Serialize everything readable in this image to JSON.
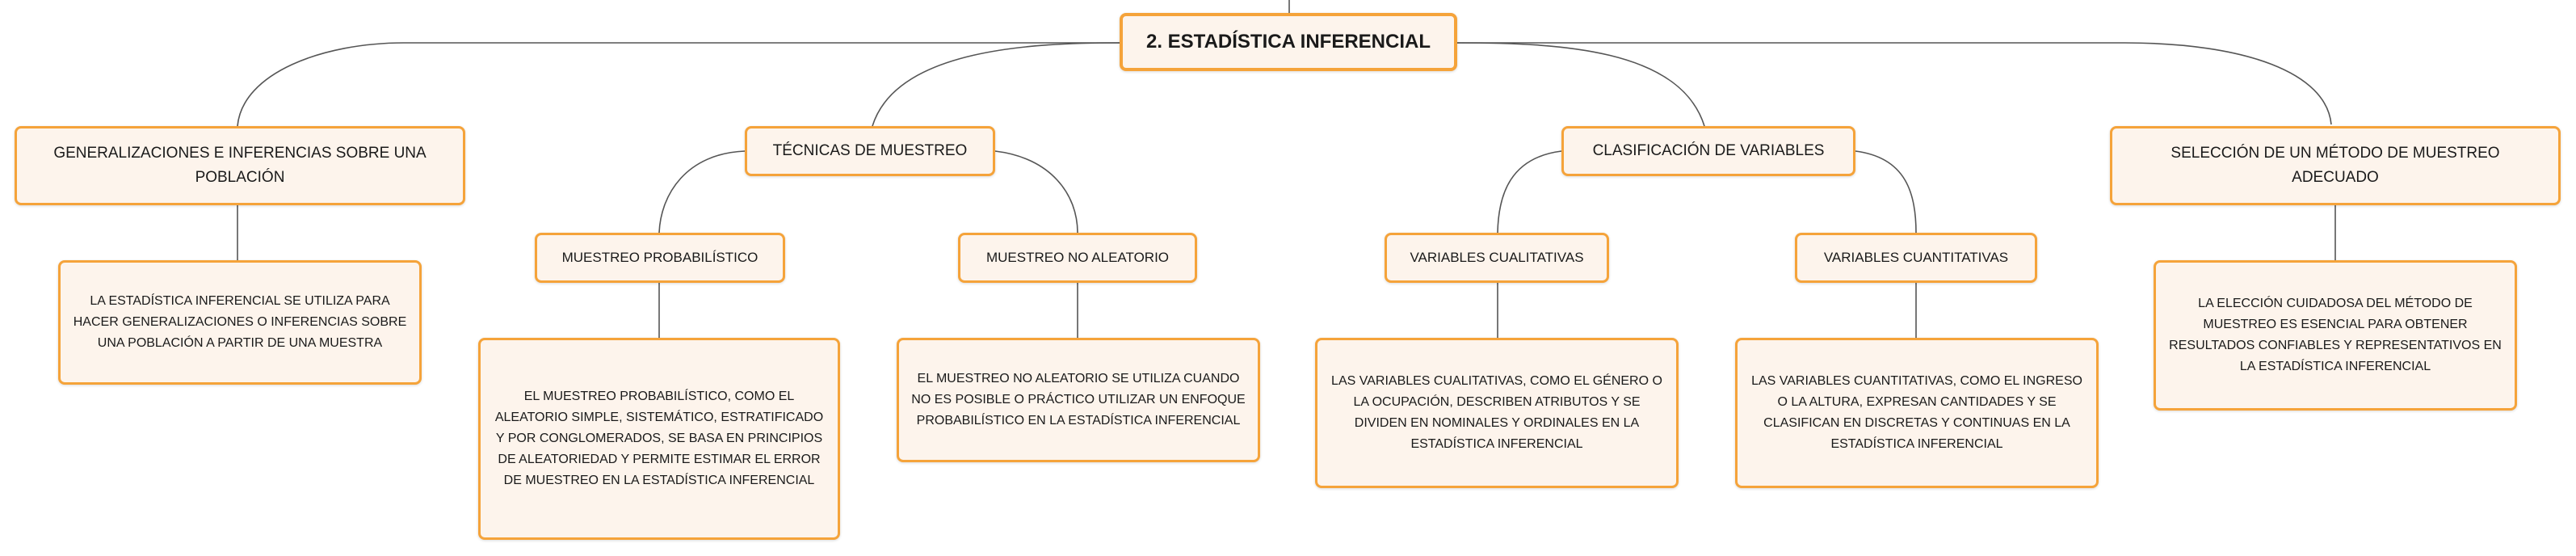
{
  "root": {
    "label": "2. ESTADÍSTICA INFERENCIAL"
  },
  "branches": [
    {
      "label": "GENERALIZACIONES E INFERENCIAS SOBRE UNA POBLACIÓN",
      "detail": "LA ESTADÍSTICA INFERENCIAL SE UTILIZA PARA HACER GENERALIZACIONES O INFERENCIAS SOBRE UNA POBLACIÓN A PARTIR DE UNA MUESTRA"
    },
    {
      "label": "TÉCNICAS DE MUESTREO",
      "children": [
        {
          "label": "MUESTREO PROBABILÍSTICO",
          "detail": "EL MUESTREO PROBABILÍSTICO, COMO EL ALEATORIO SIMPLE, SISTEMÁTICO, ESTRATIFICADO Y POR CONGLOMERADOS, SE BASA EN PRINCIPIOS DE ALEATORIEDAD Y PERMITE ESTIMAR EL ERROR DE MUESTREO EN LA ESTADÍSTICA INFERENCIAL"
        },
        {
          "label": "MUESTREO NO ALEATORIO",
          "detail": "EL MUESTREO NO ALEATORIO SE UTILIZA CUANDO NO ES POSIBLE O PRÁCTICO UTILIZAR UN ENFOQUE PROBABILÍSTICO EN LA ESTADÍSTICA INFERENCIAL"
        }
      ]
    },
    {
      "label": "CLASIFICACIÓN DE VARIABLES",
      "children": [
        {
          "label": "VARIABLES CUALITATIVAS",
          "detail": "LAS VARIABLES CUALITATIVAS, COMO EL GÉNERO O LA OCUPACIÓN, DESCRIBEN ATRIBUTOS Y SE DIVIDEN EN NOMINALES Y ORDINALES EN LA ESTADÍSTICA INFERENCIAL"
        },
        {
          "label": "VARIABLES CUANTITATIVAS",
          "detail": "LAS VARIABLES CUANTITATIVAS, COMO EL INGRESO O LA ALTURA, EXPRESAN CANTIDADES Y SE CLASIFICAN EN DISCRETAS Y CONTINUAS EN LA ESTADÍSTICA INFERENCIAL"
        }
      ]
    },
    {
      "label": "SELECCIÓN DE UN MÉTODO DE MUESTREO ADECUADO",
      "detail": "LA ELECCIÓN CUIDADOSA DEL MÉTODO DE MUESTREO ES ESENCIAL PARA OBTENER RESULTADOS CONFIABLES Y REPRESENTATIVOS EN LA ESTADÍSTICA INFERENCIAL"
    }
  ],
  "colors": {
    "node_fill": "#fdf4ec",
    "node_border": "#f5a33a",
    "connector": "#555555"
  }
}
